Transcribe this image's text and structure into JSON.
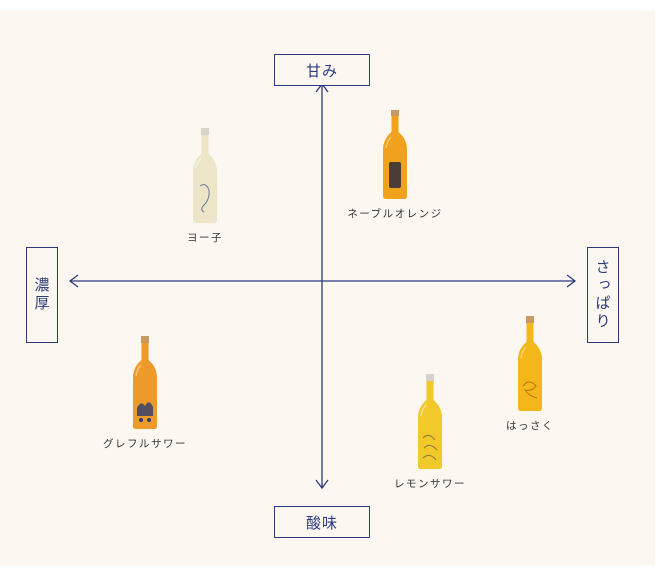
{
  "axes": {
    "top": "甘み",
    "bottom": "酸味",
    "left": "濃厚",
    "right": "さっぱり"
  },
  "products": [
    {
      "id": "yogurt",
      "name": "ヨー子",
      "liquid_color": "#ece5c8",
      "cap_color": "#d9d4c6",
      "label_color": "#6b7a98"
    },
    {
      "id": "navel",
      "name": "ネーブルオレンジ",
      "liquid_color": "#f0a21c",
      "cap_color": "#c79a62",
      "label_color": "#2b2b3a"
    },
    {
      "id": "grapefruit",
      "name": "グレフルサワー",
      "liquid_color": "#ee9a2a",
      "cap_color": "#c79a62",
      "label_color": "#2c3b6e"
    },
    {
      "id": "lemon",
      "name": "レモンサワー",
      "liquid_color": "#f1c92a",
      "cap_color": "#d6d2c8",
      "label_color": "#8a7a3a"
    },
    {
      "id": "hassaku",
      "name": "はっさく",
      "liquid_color": "#f4b719",
      "cap_color": "#c79a62",
      "label_color": "#b07a14"
    }
  ],
  "colors": {
    "axis": "#2a3a7c",
    "background": "#fcf8f1"
  }
}
